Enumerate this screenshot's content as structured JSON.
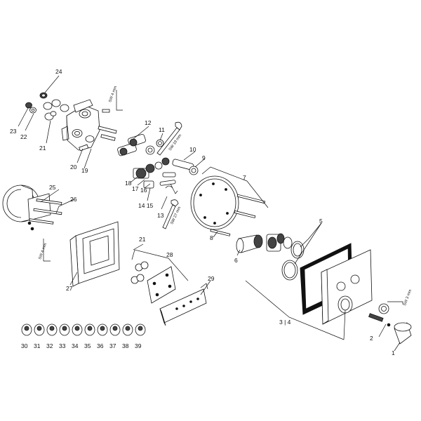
{
  "diagram": {
    "callouts": [
      "1",
      "2",
      "3 | 4",
      "5",
      "6",
      "7",
      "8",
      "9",
      "10",
      "11",
      "12",
      "13",
      "14 15",
      "16",
      "17",
      "18",
      "19",
      "20",
      "21",
      "22",
      "23",
      "24",
      "25",
      "26",
      "27",
      "28",
      "29",
      "21",
      "30",
      "31",
      "32",
      "33",
      "34",
      "35",
      "36",
      "37",
      "38",
      "39"
    ],
    "tool_labels": [
      "SW 4 mm",
      "SW 19 mm",
      "SW 27 mm",
      "SW 4 mm",
      "SW 3 mm"
    ]
  }
}
